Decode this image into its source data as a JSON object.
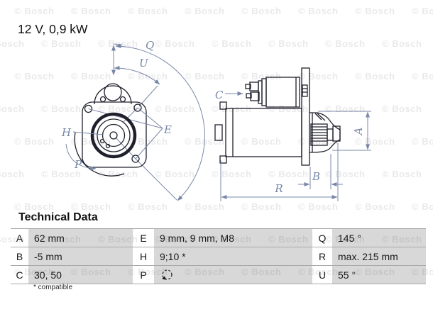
{
  "title": "12 V, 0,9 kW",
  "watermark": {
    "text": "© Bosch"
  },
  "colors": {
    "ink": "#20202c",
    "dimension": "#7988a8",
    "cell_gray": "#d8d8d8",
    "rule_gray": "#a8a8a8"
  },
  "drawing": {
    "labels": {
      "q": "Q",
      "u": "U",
      "e": "E",
      "h": "H",
      "p": "P",
      "c": "C",
      "a": "A",
      "b": "B",
      "r": "R"
    }
  },
  "table": {
    "heading": "Technical Data",
    "footnote": "* compatible",
    "columns": [
      {
        "rows": [
          {
            "key": "A",
            "value": "62 mm"
          },
          {
            "key": "B",
            "value": "-5 mm"
          },
          {
            "key": "C",
            "value": "30, 50"
          }
        ]
      },
      {
        "rows": [
          {
            "key": "E",
            "value": "9 mm, 9 mm, M8"
          },
          {
            "key": "H",
            "value": "9;10 *"
          },
          {
            "key": "P",
            "value": "",
            "icon": "rotation-ccw"
          }
        ]
      },
      {
        "rows": [
          {
            "key": "Q",
            "value": "145 °"
          },
          {
            "key": "R",
            "value": "max. 215 mm"
          },
          {
            "key": "U",
            "value": "55 °"
          }
        ]
      }
    ]
  }
}
